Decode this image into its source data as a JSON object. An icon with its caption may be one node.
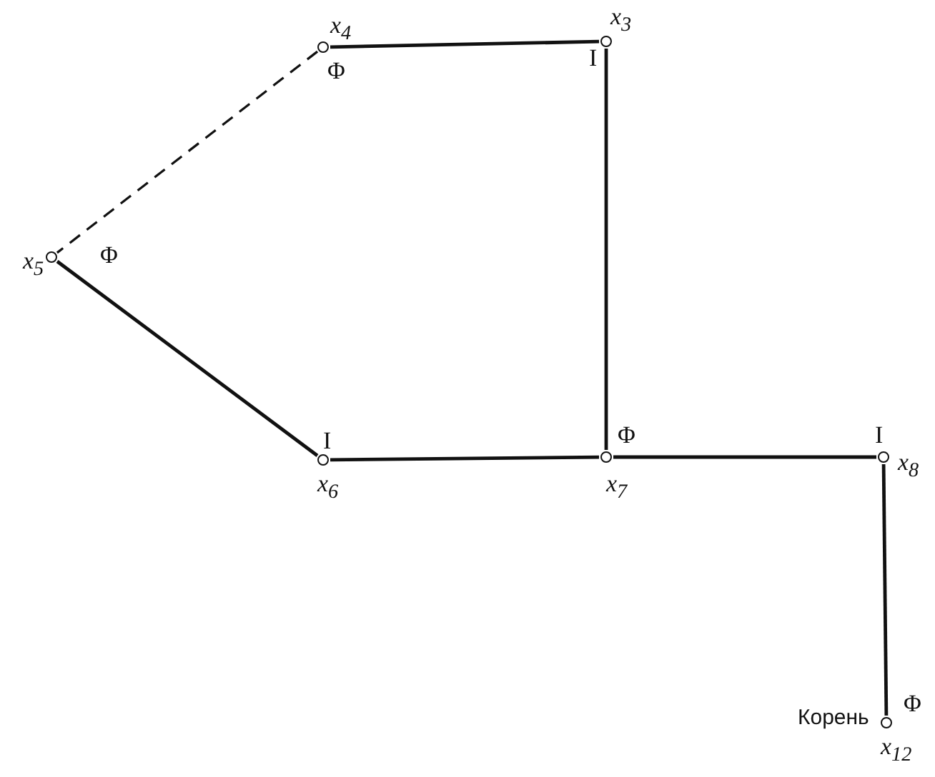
{
  "diagram": {
    "nodes": [
      {
        "text": [],
        "shape": "circle",
        "beside": [
          "x$_{4}$",
          "Φ"
        ]
      },
      {
        "text": [],
        "shape": "circle",
        "beside": [
          "x$_{3}$",
          "I"
        ]
      },
      {
        "text": [],
        "shape": "circle",
        "beside": [
          "x$_{5}$",
          "Φ"
        ]
      },
      {
        "text": [],
        "shape": "circle",
        "beside": [
          "I",
          "x$_{6}$"
        ]
      },
      {
        "text": [],
        "shape": "circle",
        "beside": [
          "Φ",
          "x$_{7}$"
        ]
      },
      {
        "text": [],
        "shape": "circle",
        "beside": [
          "I",
          "x$_{8}$"
        ]
      },
      {
        "text": [],
        "shape": "circle",
        "beside": [
          "Φ",
          "Корень",
          "x$_{12}$"
        ]
      }
    ],
    "edges": [
      {
        "from": 0,
        "to": 1,
        "arrow": "none"
      },
      {
        "from": 0,
        "to": 2,
        "arrow": "none",
        "style": "dashed"
      },
      {
        "from": 2,
        "to": 3,
        "arrow": "none"
      },
      {
        "from": 3,
        "to": 4,
        "arrow": "none"
      },
      {
        "from": 1,
        "to": 4,
        "arrow": "none"
      },
      {
        "from": 4,
        "to": 5,
        "arrow": "none"
      },
      {
        "from": 5,
        "to": 6,
        "arrow": "none"
      }
    ]
  }
}
